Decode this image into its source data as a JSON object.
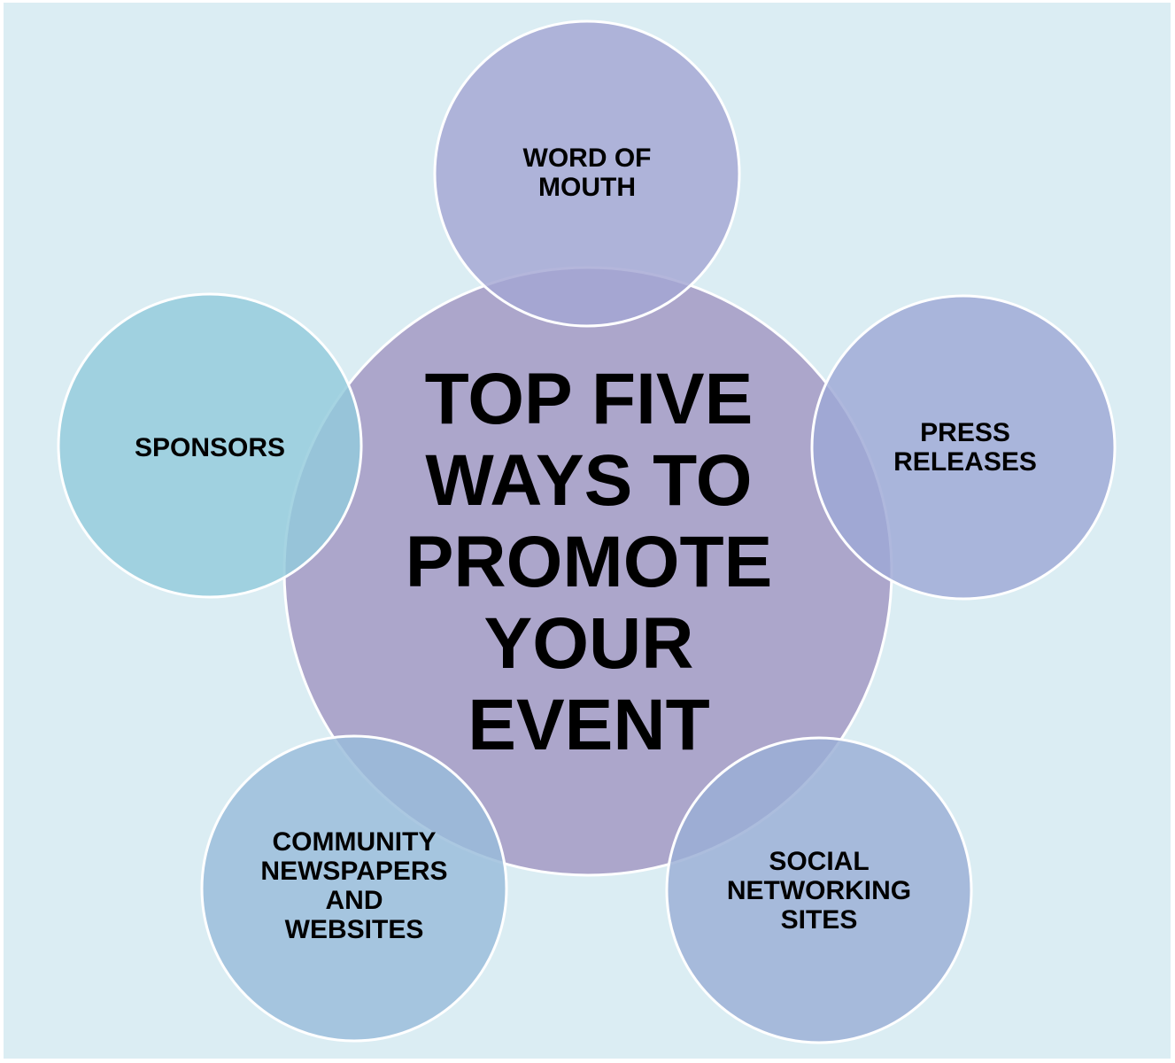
{
  "center": {
    "title": "TOP FIVE\nWAYS TO\nPROMOTE\nYOUR\nEVENT"
  },
  "items": [
    {
      "id": "word-of-mouth",
      "label": "WORD OF\nMOUTH",
      "color": "#a3a6d3"
    },
    {
      "id": "press-releases",
      "label": "PRESS\nRELEASES",
      "color": "#9ea8d6"
    },
    {
      "id": "social-networking-sites",
      "label": "SOCIAL\nNETWORKING\nSITES",
      "color": "#9aaed5"
    },
    {
      "id": "community-newspapers-and-websites",
      "label": "COMMUNITY\nNEWSPAPERS\nAND\nWEBSITES",
      "color": "#99bcdb"
    },
    {
      "id": "sponsors",
      "label": "SPONSORS",
      "color": "#93cbdc"
    }
  ],
  "colors": {
    "background": "#dbedf3",
    "center_circle": "#aca6cb",
    "outline": "#ffffff"
  }
}
